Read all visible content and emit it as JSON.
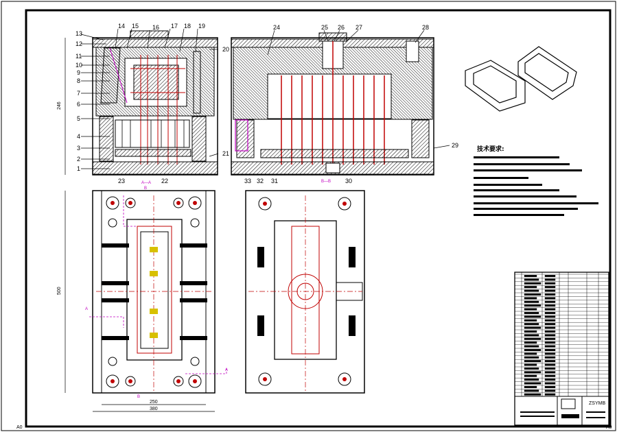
{
  "drawing": {
    "section_labels": {
      "aa": "A—A",
      "bb": "B—B",
      "a": "A",
      "b": "B"
    },
    "dimensions": {
      "height_side": "246",
      "height_plan": "500",
      "width_inner": "250",
      "width_outer": "380"
    },
    "corner_left": "A0",
    "corner_right": "A0",
    "tech_req_title": "技术要求:",
    "title_block_code": "ZSYMB",
    "part_numbers": [
      "1",
      "2",
      "3",
      "4",
      "5",
      "6",
      "7",
      "8",
      "9",
      "10",
      "11",
      "12",
      "13",
      "14",
      "15",
      "16",
      "17",
      "18",
      "19",
      "20",
      "21",
      "22",
      "23",
      "24",
      "25",
      "26",
      "27",
      "28",
      "29",
      "30",
      "31",
      "32",
      "33"
    ],
    "colors": {
      "line": "#000000",
      "red": "#c00000",
      "magenta": "#c000c0",
      "yellow": "#d8c000",
      "hatch": "#000000"
    }
  }
}
